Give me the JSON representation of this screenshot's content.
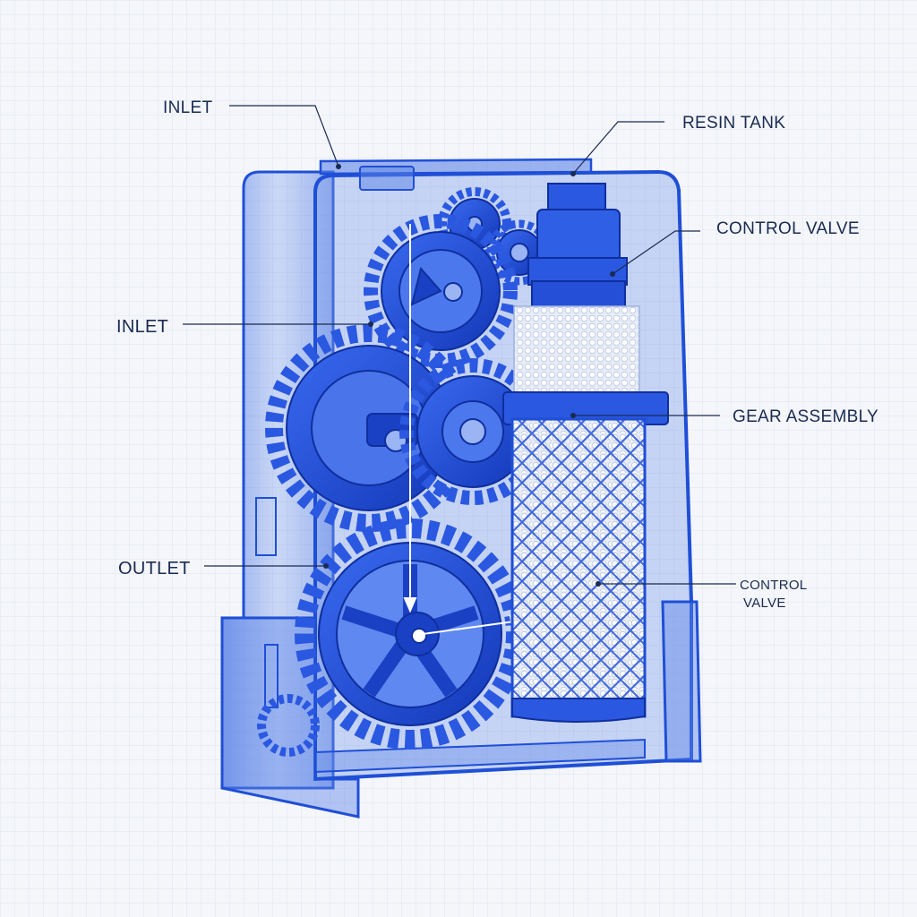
{
  "labels": {
    "inlet_top": "INLET",
    "inlet_mid": "INLET",
    "outlet": "OUTLET",
    "resin_tank": "RESIN TANK",
    "control_valve_top": "CONTROL VALVE",
    "gear_assembly": "GEAR ASSEMBLY",
    "control_valve_bottom_line1": "CONTROL",
    "control_valve_bottom_line2": "VALVE"
  },
  "colors": {
    "accent": "#1f4fd6",
    "accent_dark": "#0f2f9e",
    "housing_fill": "#6f95e8",
    "label_text": "#1a2a52",
    "background": "#f4f6fa",
    "grid": "#d9dfeb"
  }
}
